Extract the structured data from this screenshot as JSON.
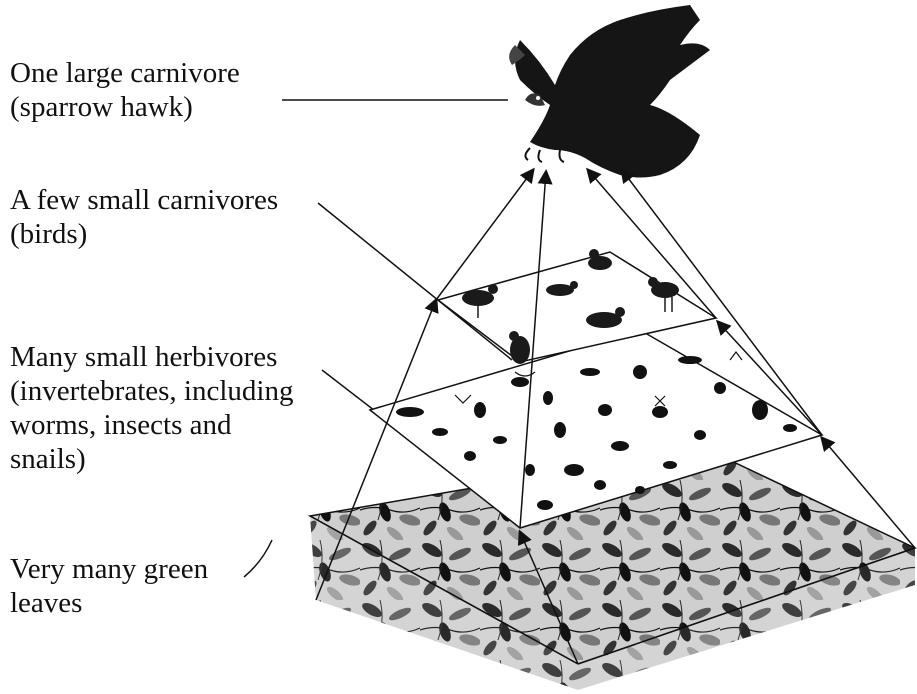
{
  "labels": {
    "top": "One large carnivore\n(sparrow hawk)",
    "birds": "A few small carnivores\n(birds)",
    "invertebrates": "Many small herbivores\n(invertebrates, including\nworms, insects and\nsnails)",
    "leaves": "Very many green\nleaves"
  },
  "levels": [
    {
      "organism": "sparrow hawk",
      "icon": "hawk-icon"
    },
    {
      "organism": "small birds",
      "icon": "bird-icon"
    },
    {
      "organism": "invertebrates",
      "icon": "insect-icon"
    },
    {
      "organism": "green leaves",
      "icon": "leaf-icon"
    }
  ]
}
